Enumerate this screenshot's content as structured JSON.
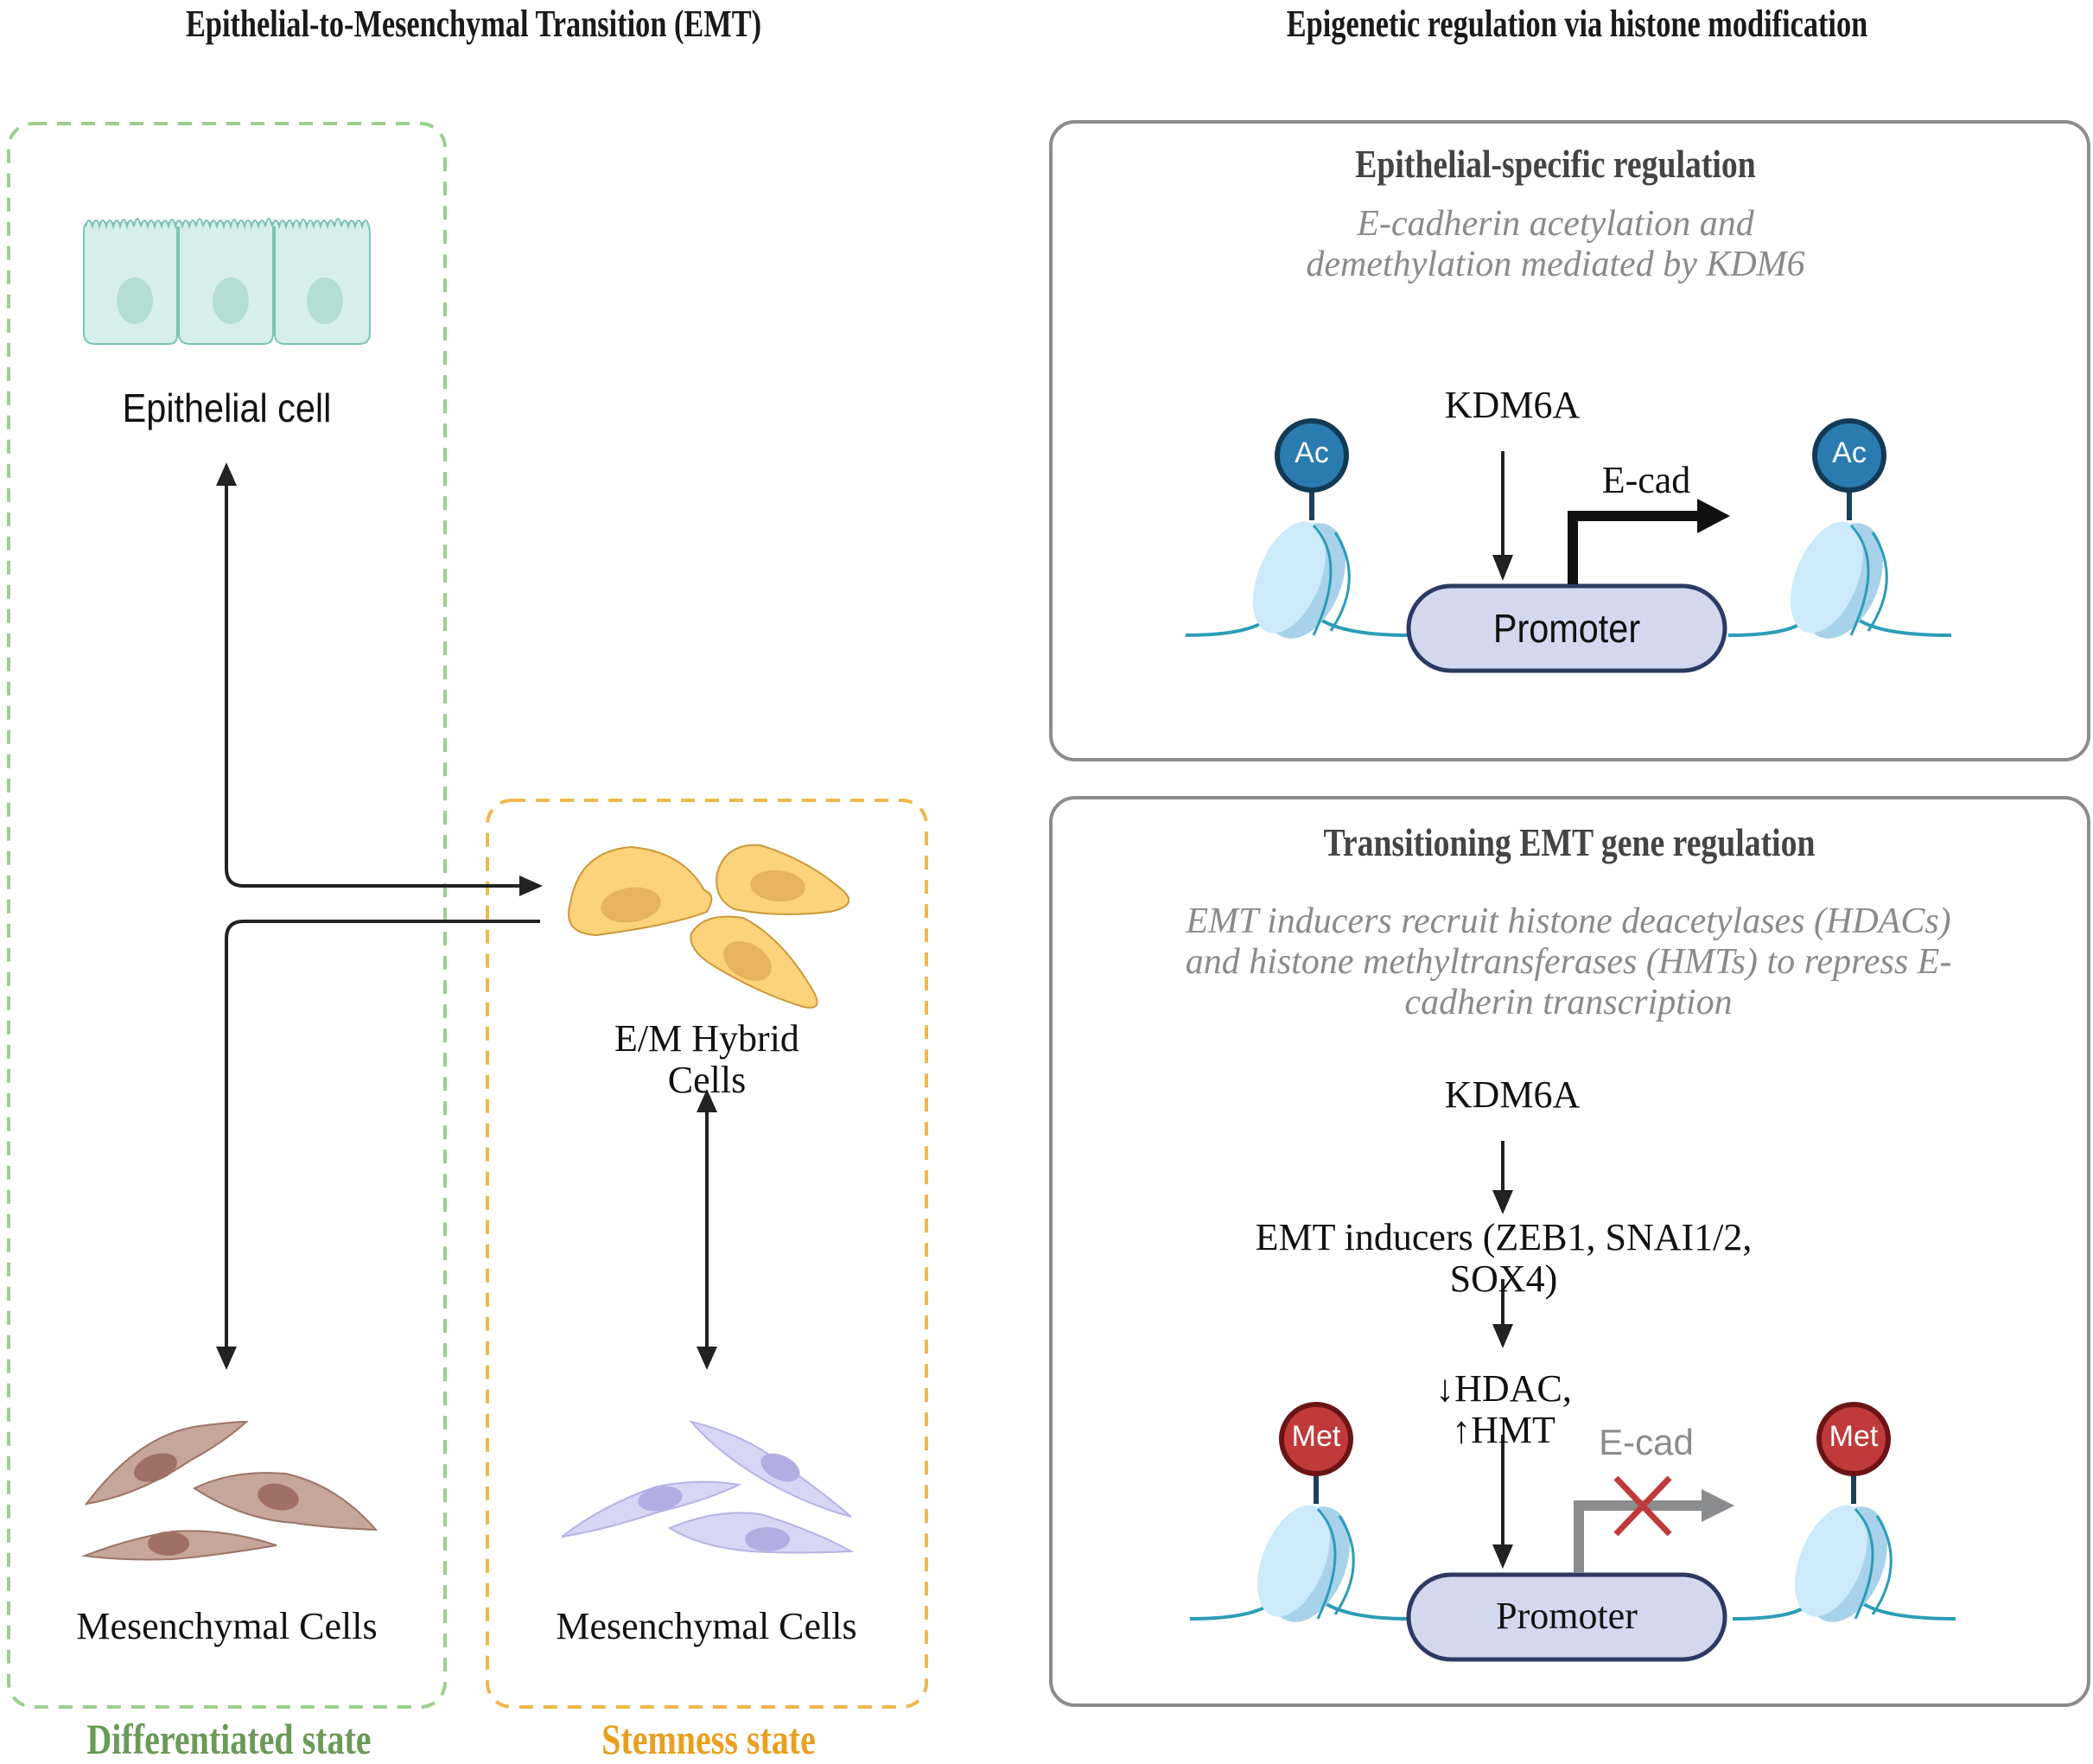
{
  "left": {
    "title": "Epithelial-to-Mesenchymal Transition (EMT)",
    "epithelial_label": "Epithelial cell",
    "hybrid_label": "E/M Hybrid\nCells",
    "mesenchymal_left_label": "Mesenchymal Cells",
    "mesenchymal_right_label": "Mesenchymal Cells",
    "differentiated_state": "Differentiated state",
    "stemness_state": "Stemness state",
    "colors": {
      "differentiated": "#6a9a58",
      "stemness": "#e8a020",
      "green_box": "#9ccf8c",
      "orange_box": "#f0b84a"
    }
  },
  "right": {
    "title": "Epigenetic regulation via histone modification",
    "panel1": {
      "title": "Epithelial-specific regulation",
      "subtitle": "E-cadherin acetylation and\ndemethylation mediated by KDM6",
      "enzyme": "KDM6A",
      "gene": "E-cad",
      "promoter": "Promoter",
      "mark": "Ac",
      "mark_color": "#2a7bb0"
    },
    "panel2": {
      "title": "Transitioning EMT gene regulation",
      "subtitle": "EMT inducers recruit histone deacetylases (HDACs)\nand histone methyltransferases (HMTs) to repress E-\ncadherin transcription",
      "enzyme": "KDM6A",
      "inducers": "EMT inducers (ZEB1, SNAI1/2,\nSOX4)",
      "effect": "↓HDAC,\n↑HMT",
      "gene": "E-cad",
      "promoter": "Promoter",
      "mark": "Met",
      "mark_color": "#c0393b"
    }
  }
}
